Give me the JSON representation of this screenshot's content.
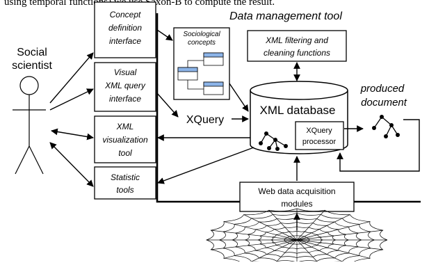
{
  "top_line": "using temporal functions) we use Saxon-B to compute the result.",
  "actor": {
    "label_line1": "Social",
    "label_line2": "scientist"
  },
  "tool_title": "Data management tool",
  "interfaces": {
    "concept_definition": [
      "Concept",
      "definition",
      "interface"
    ],
    "visual_query": [
      "Visual",
      "XML query",
      "interface"
    ],
    "visualization": [
      "XML",
      "visualization",
      "tool"
    ],
    "statistic": [
      "Statistic",
      "tools"
    ]
  },
  "sociological_concepts": [
    "Sociological",
    "concepts"
  ],
  "filtering": [
    "XML filtering and",
    "cleaning functions"
  ],
  "xml_database": "XML database",
  "xquery_label": "XQuery",
  "xquery_processor": [
    "XQuery",
    "processor"
  ],
  "produced_document": [
    "produced",
    "document"
  ],
  "acquisition": [
    "Web data acquisition",
    "modules"
  ],
  "colors": {
    "accent_blue": "#8cb4e8"
  }
}
